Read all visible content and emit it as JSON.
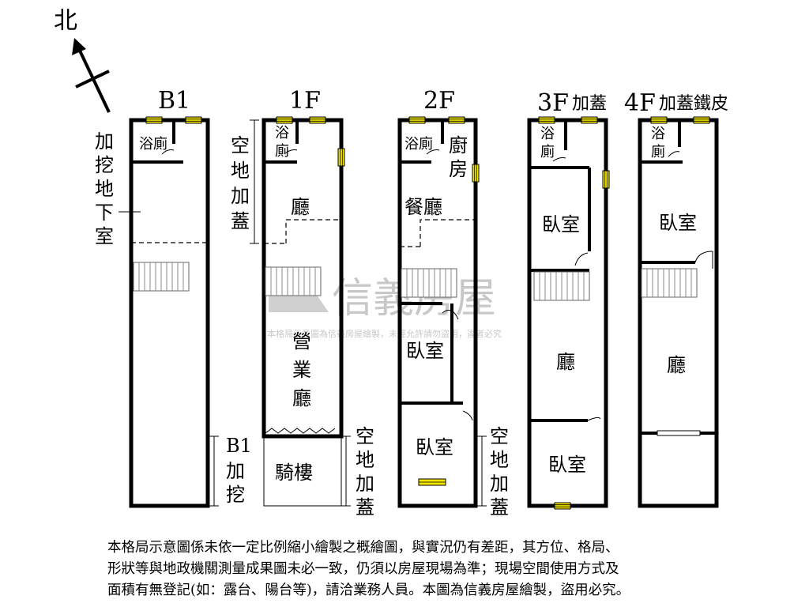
{
  "compass": {
    "north_label": "北"
  },
  "floors": [
    {
      "id": "b1",
      "title": "B1"
    },
    {
      "id": "1f",
      "title": "1F"
    },
    {
      "id": "2f",
      "title": "2F"
    },
    {
      "id": "3f",
      "title": "3F",
      "suffix": "加蓋"
    },
    {
      "id": "4f",
      "title": "4F",
      "suffix": "加蓋鐵皮"
    }
  ],
  "labels": {
    "b1_side": [
      "加",
      "挖",
      "地",
      "下",
      "室"
    ],
    "b1_bath": "浴廁",
    "b1_bottom": [
      "B1",
      "加",
      "挖"
    ],
    "f1_side": [
      "空",
      "地",
      "加",
      "蓋"
    ],
    "f1_bath": [
      "浴",
      "廁"
    ],
    "f1_hall": "廳",
    "f1_business": [
      "營",
      "業",
      "廳"
    ],
    "f1_arcade": "騎樓",
    "f1_bottom": [
      "空",
      "地",
      "加",
      "蓋"
    ],
    "f2_bath": "浴廁",
    "f2_kitchen": [
      "廚",
      "房"
    ],
    "f2_dining": "餐廳",
    "f2_bed1": "臥室",
    "f2_bed2": "臥室",
    "f2_bottom": [
      "空",
      "地",
      "加",
      "蓋"
    ],
    "f3_bath": [
      "浴",
      "廁"
    ],
    "f3_bed1": "臥室",
    "f3_hall": "廳",
    "f3_bed2": "臥室",
    "f4_bath": [
      "浴",
      "廁"
    ],
    "f4_bed": "臥室",
    "f4_hall": "廳"
  },
  "watermark": {
    "brand": "信義房屋",
    "fine": "本格局示意圖為信義房屋繪製，未經允許請勿盜用，違者必究"
  },
  "disclaimer": [
    "本格局示意圖係未依一定比例縮小繪製之概繪圖，與實況仍有差距，其方位、格局、",
    "形狀等與地政機關測量成果圖未必一致，仍須以房屋現場為準；現場空間使用方式及",
    "面積有無登記(如：露台、陽台等)，請洽業務人員。本圖為信義房屋繪製，盜用必究。"
  ],
  "colors": {
    "wall": "#000000",
    "window": "#f2e600",
    "watermark": "#c8c8c8"
  }
}
